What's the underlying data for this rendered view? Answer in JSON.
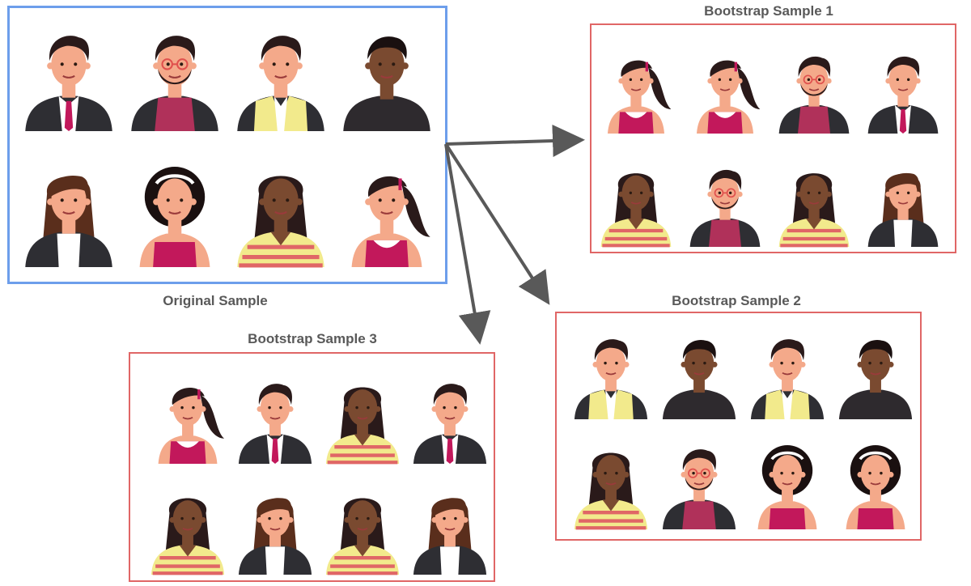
{
  "captions": {
    "original": "Original Sample",
    "bootstrap1": "Bootstrap Sample 1",
    "bootstrap2": "Bootstrap Sample 2",
    "bootstrap3": "Bootstrap Sample 3"
  },
  "colors": {
    "original_border": "#6d9eeb",
    "bootstrap_border": "#e06666",
    "arrow": "#595959",
    "caption_text": "#595959"
  },
  "samples": {
    "original": [
      "man-red-tie",
      "man-beard-glasses",
      "man-yellow-vest",
      "man-dark-skin",
      "woman-long-hair-jacket",
      "woman-curly-headband",
      "woman-dark-skin-striped",
      "woman-ponytail"
    ],
    "bootstrap1": [
      "woman-ponytail",
      "woman-ponytail",
      "man-beard-glasses",
      "man-red-tie",
      "woman-dark-skin-striped",
      "man-beard-glasses",
      "woman-dark-skin-striped",
      "woman-long-hair-jacket"
    ],
    "bootstrap2": [
      "man-yellow-vest",
      "man-dark-skin",
      "man-yellow-vest",
      "man-dark-skin",
      "woman-dark-skin-striped",
      "man-beard-glasses",
      "woman-curly-headband",
      "woman-curly-headband"
    ],
    "bootstrap3": [
      "woman-ponytail",
      "man-red-tie",
      "woman-dark-skin-striped",
      "man-red-tie",
      "woman-dark-skin-striped",
      "woman-long-hair-jacket",
      "woman-dark-skin-striped",
      "woman-long-hair-jacket"
    ]
  }
}
